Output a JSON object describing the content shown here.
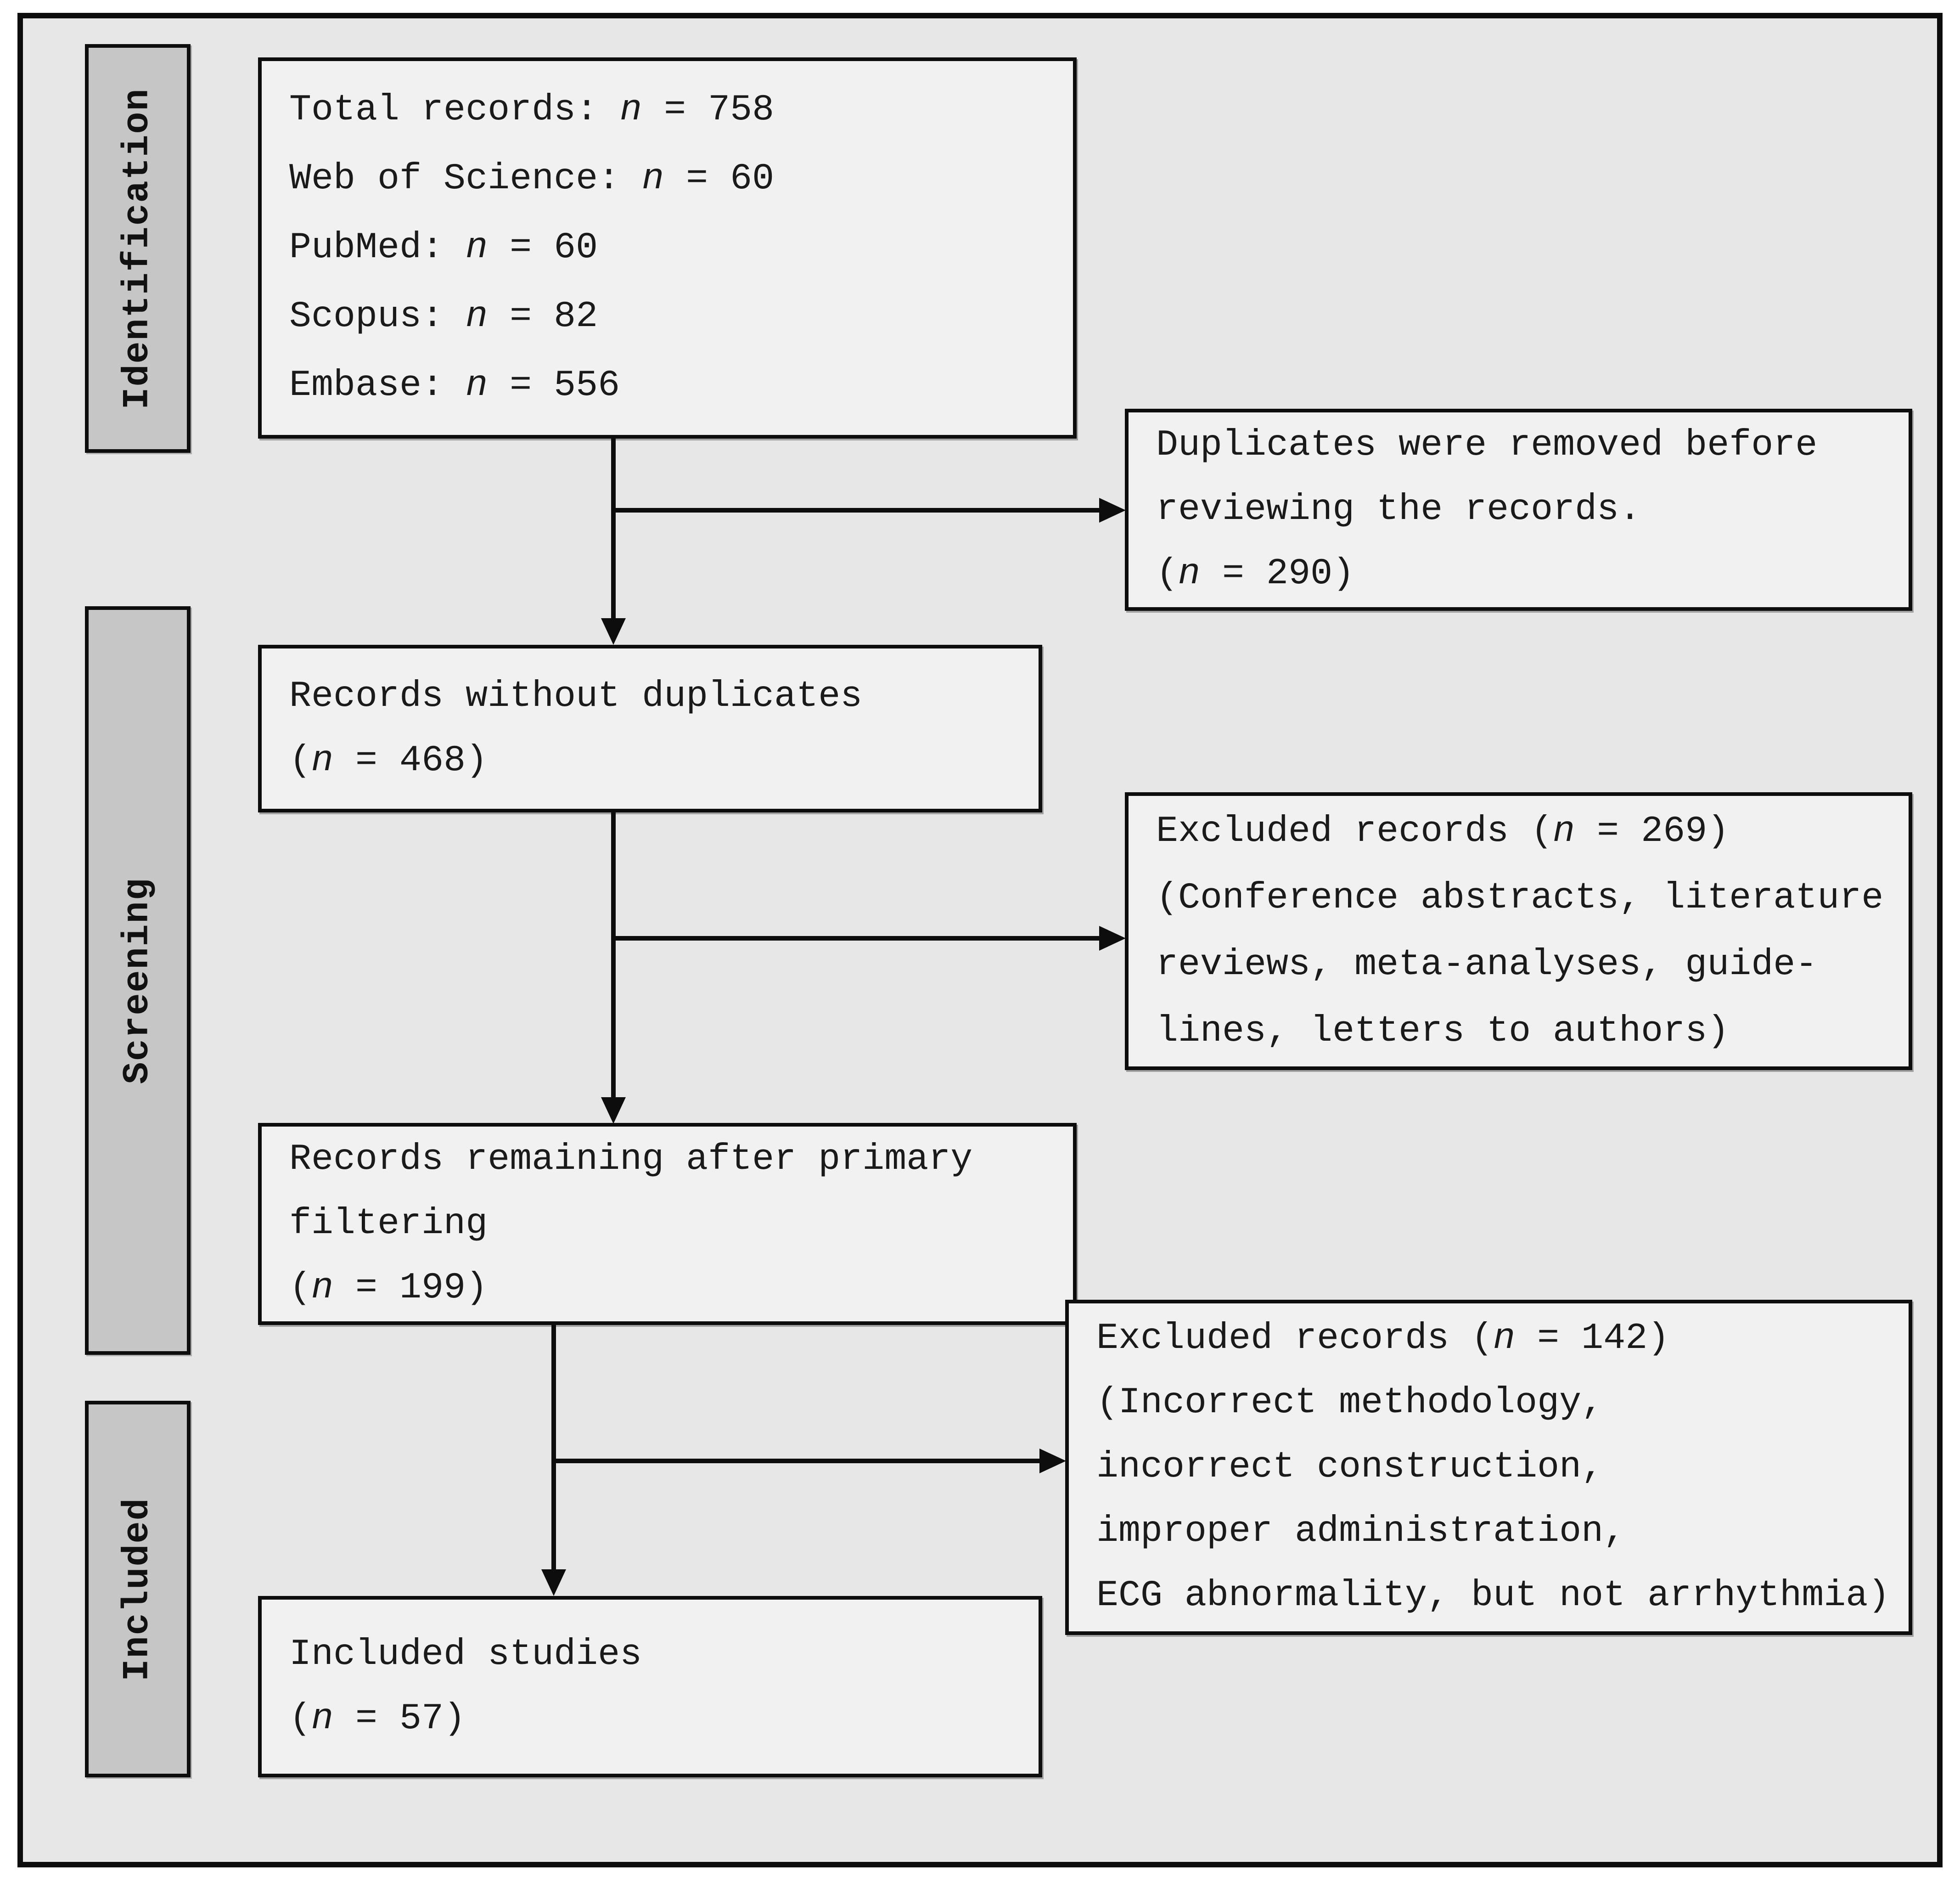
{
  "stages": [
    {
      "label": "Identification"
    },
    {
      "label": "Screening"
    },
    {
      "label": "Included"
    }
  ],
  "boxes": {
    "total_records": {
      "lines": [
        "Total records: n = 758",
        "Web of Science: n = 60",
        "PubMed: n = 60",
        "Scopus: n = 82",
        "Embase: n = 556"
      ]
    },
    "duplicates_removed": {
      "lines": [
        "Duplicates were removed before",
        "reviewing the records.",
        "(n = 290)"
      ]
    },
    "records_without_duplicates": {
      "lines": [
        "Records without duplicates",
        "(n = 468)"
      ]
    },
    "excluded_primary": {
      "lines": [
        "Excluded records (n = 269)",
        "(Conference abstracts, literature",
        "reviews, meta-analyses, guide-",
        "lines, letters to authors)"
      ]
    },
    "records_remaining": {
      "lines": [
        "Records remaining after primary",
        "filtering",
        "(n = 199)"
      ]
    },
    "excluded_secondary": {
      "lines": [
        "Excluded records (n = 142)",
        "(Incorrect methodology,",
        "incorrect construction,",
        "improper administration,",
        "ECG abnormality, but not arrhythmia)"
      ]
    },
    "included_studies": {
      "lines": [
        "Included studies",
        "(n = 57)"
      ]
    }
  },
  "colors": {
    "canvas_bg": "#e7e7e7",
    "box_bg": "#f1f1f1",
    "stage_bg": "#c6c6c6",
    "border": "#0d0d0d",
    "text": "#1a1a1a"
  }
}
